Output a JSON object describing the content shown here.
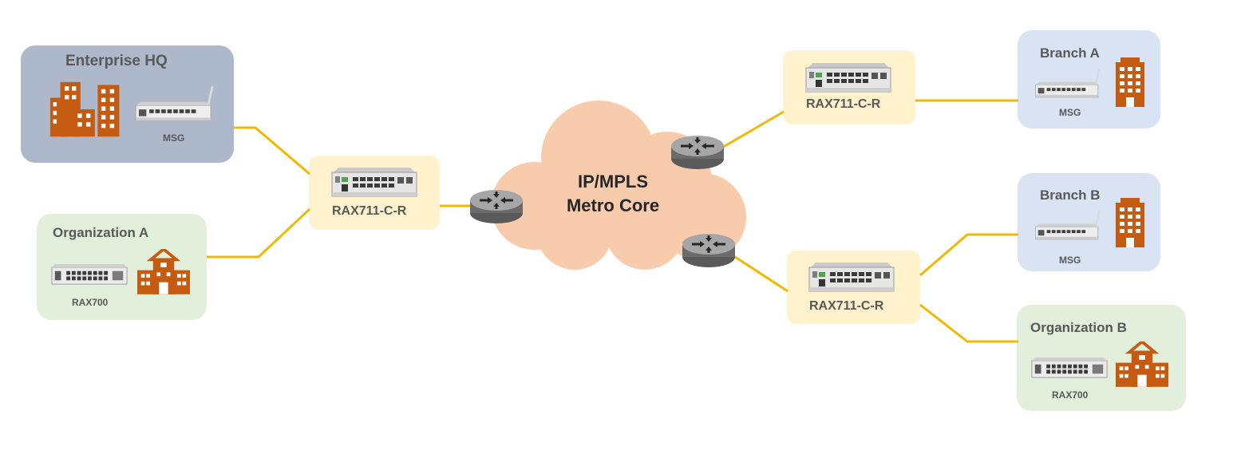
{
  "colors": {
    "link": "#f0b800",
    "building": "#c55a11",
    "cloud": "#f8cbad",
    "box_hq": "#adb9ca",
    "box_branch": "#dae3f3",
    "box_org": "#e2efda",
    "box_aggregation": "#fff2cc",
    "router": "#7f7f7f"
  },
  "cloud": {
    "line1": "IP/MPLS",
    "line2": "Metro Core"
  },
  "sites": {
    "enterprise_hq": {
      "title": "Enterprise HQ",
      "device": "MSG"
    },
    "organization_a": {
      "title": "Organization A",
      "device": "RAX700"
    },
    "branch_a": {
      "title": "Branch A",
      "device": "MSG"
    },
    "branch_b": {
      "title": "Branch B",
      "device": "MSG"
    },
    "organization_b": {
      "title": "Organization B",
      "device": "RAX700"
    }
  },
  "aggregation": {
    "left": {
      "device": "RAX711-C-R"
    },
    "top_right": {
      "device": "RAX711-C-R"
    },
    "bottom_right": {
      "device": "RAX711-C-R"
    }
  },
  "icons": {
    "office": "office-buildings-icon",
    "school": "school-building-icon",
    "tower": "tower-building-icon",
    "router": "router-icon",
    "switch": "rack-switch-icon",
    "gateway": "wireless-gateway-icon"
  }
}
